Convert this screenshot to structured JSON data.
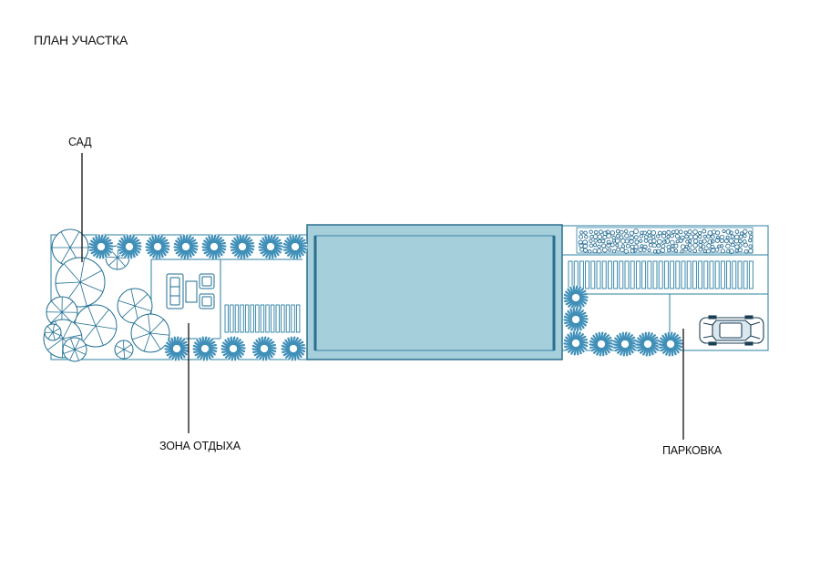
{
  "title": "ПЛАН УЧАСТКА",
  "labels": {
    "garden": "САД",
    "rest_zone": "ЗОНА ОТДЫХА",
    "parking": "ПАРКОВКА"
  },
  "colors": {
    "line": "#2a7fa3",
    "tree_stroke": "#1f6e92",
    "house_fill": "#a6cfdc",
    "house_stroke": "#2a6f8e",
    "shrub_fill": "#3f8fb8",
    "leader": "#111111"
  },
  "icons": [
    "tree-icon",
    "shrub-icon",
    "car-icon",
    "sofa-icon",
    "armchair-icon",
    "table-icon"
  ]
}
